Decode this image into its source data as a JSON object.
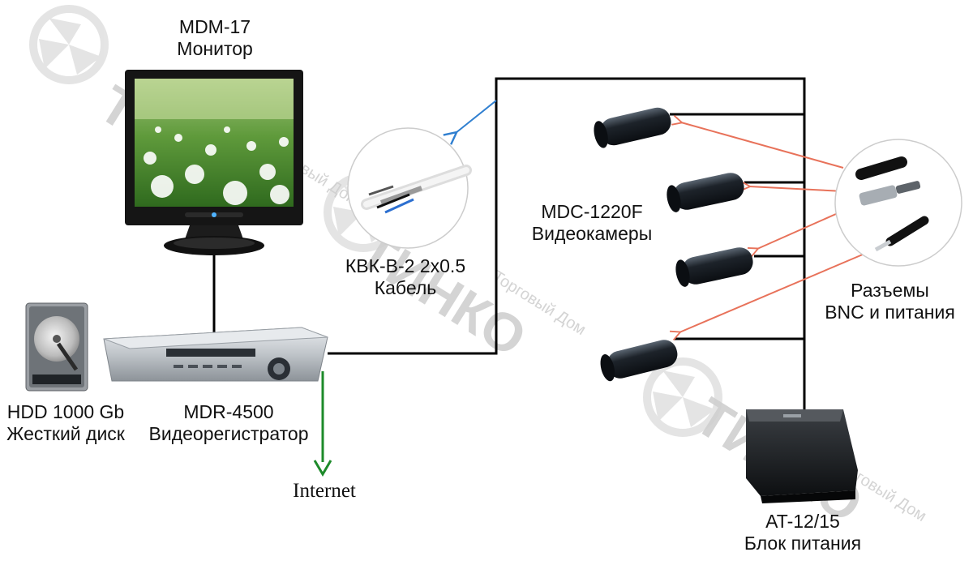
{
  "diagram": {
    "monitor": {
      "model": "MDM-17",
      "name": "Монитор"
    },
    "dvr": {
      "model": "MDR-4500",
      "name": "Видеорегистратор"
    },
    "hdd": {
      "model": "HDD 1000 Gb",
      "name": "Жесткий диск"
    },
    "cable": {
      "model": "КВК-В-2 2x0.5",
      "name": "Кабель"
    },
    "cameras": {
      "model": "MDC-1220F",
      "name": "Видеокамеры"
    },
    "connectors": {
      "line1": "Разъемы",
      "line2": "BNC и питания"
    },
    "power": {
      "model": "AT-12/15",
      "name": "Блок питания"
    },
    "internet": "Internet"
  },
  "watermark": {
    "brand": "ТИНКО",
    "sub": "Торговый Дом"
  },
  "colors": {
    "wire": "#000000",
    "connector_arrow": "#e8725a",
    "cable_arrow": "#2f7fd0",
    "internet_arrow": "#1d8a2a",
    "watermark": "#d4d4d4"
  }
}
